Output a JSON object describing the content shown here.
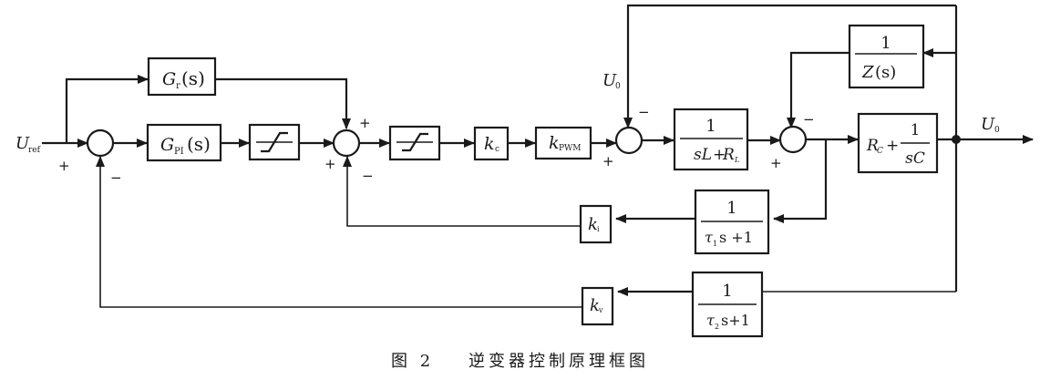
{
  "diagram": {
    "type": "control block diagram",
    "input": {
      "symbol": "U",
      "sub": "ref"
    },
    "output": {
      "symbol": "U",
      "sub": "0"
    },
    "feedback_label": {
      "symbol": "U",
      "sub": "0"
    },
    "blocks": {
      "gr": {
        "main": "G",
        "sub": "r",
        "arg": "(s)"
      },
      "gpi": {
        "main": "G",
        "sub": "PI",
        "arg": "(s)"
      },
      "limiter1": {
        "kind": "saturation"
      },
      "limiter2": {
        "kind": "saturation"
      },
      "kc": {
        "main": "k",
        "sub": "c"
      },
      "kpwm": {
        "main": "k",
        "sub": "PWM"
      },
      "inductor": {
        "num": "1",
        "den_a": "sL",
        "den_plus": "+",
        "den_b": "R",
        "den_b_sub": "L"
      },
      "capacitor": {
        "a": "R",
        "a_sub": "C",
        "plus": "+",
        "num": "1",
        "den": "sC"
      },
      "load": {
        "num": "1",
        "den_a": "Z",
        "den_arg": "(s)"
      },
      "filter1": {
        "num": "1",
        "den_tau": "τ",
        "den_sub": "1",
        "den_rest": "s +1"
      },
      "filter2": {
        "num": "1",
        "den_tau": "τ",
        "den_sub": "2",
        "den_rest": "s+1"
      },
      "ki": {
        "main": "k",
        "sub": "i"
      },
      "kv": {
        "main": "k",
        "sub": "v"
      }
    },
    "signs": {
      "sum1_in": "+",
      "sum1_fb": "−",
      "sum2_top": "+",
      "sum2_left": "+",
      "sum2_bottom": "−",
      "sum3_left": "+",
      "sum3_top": "−",
      "sum4_left": "+",
      "sum4_top": "−"
    }
  },
  "caption": {
    "label": "图 2",
    "title": "逆变器控制原理框图"
  }
}
